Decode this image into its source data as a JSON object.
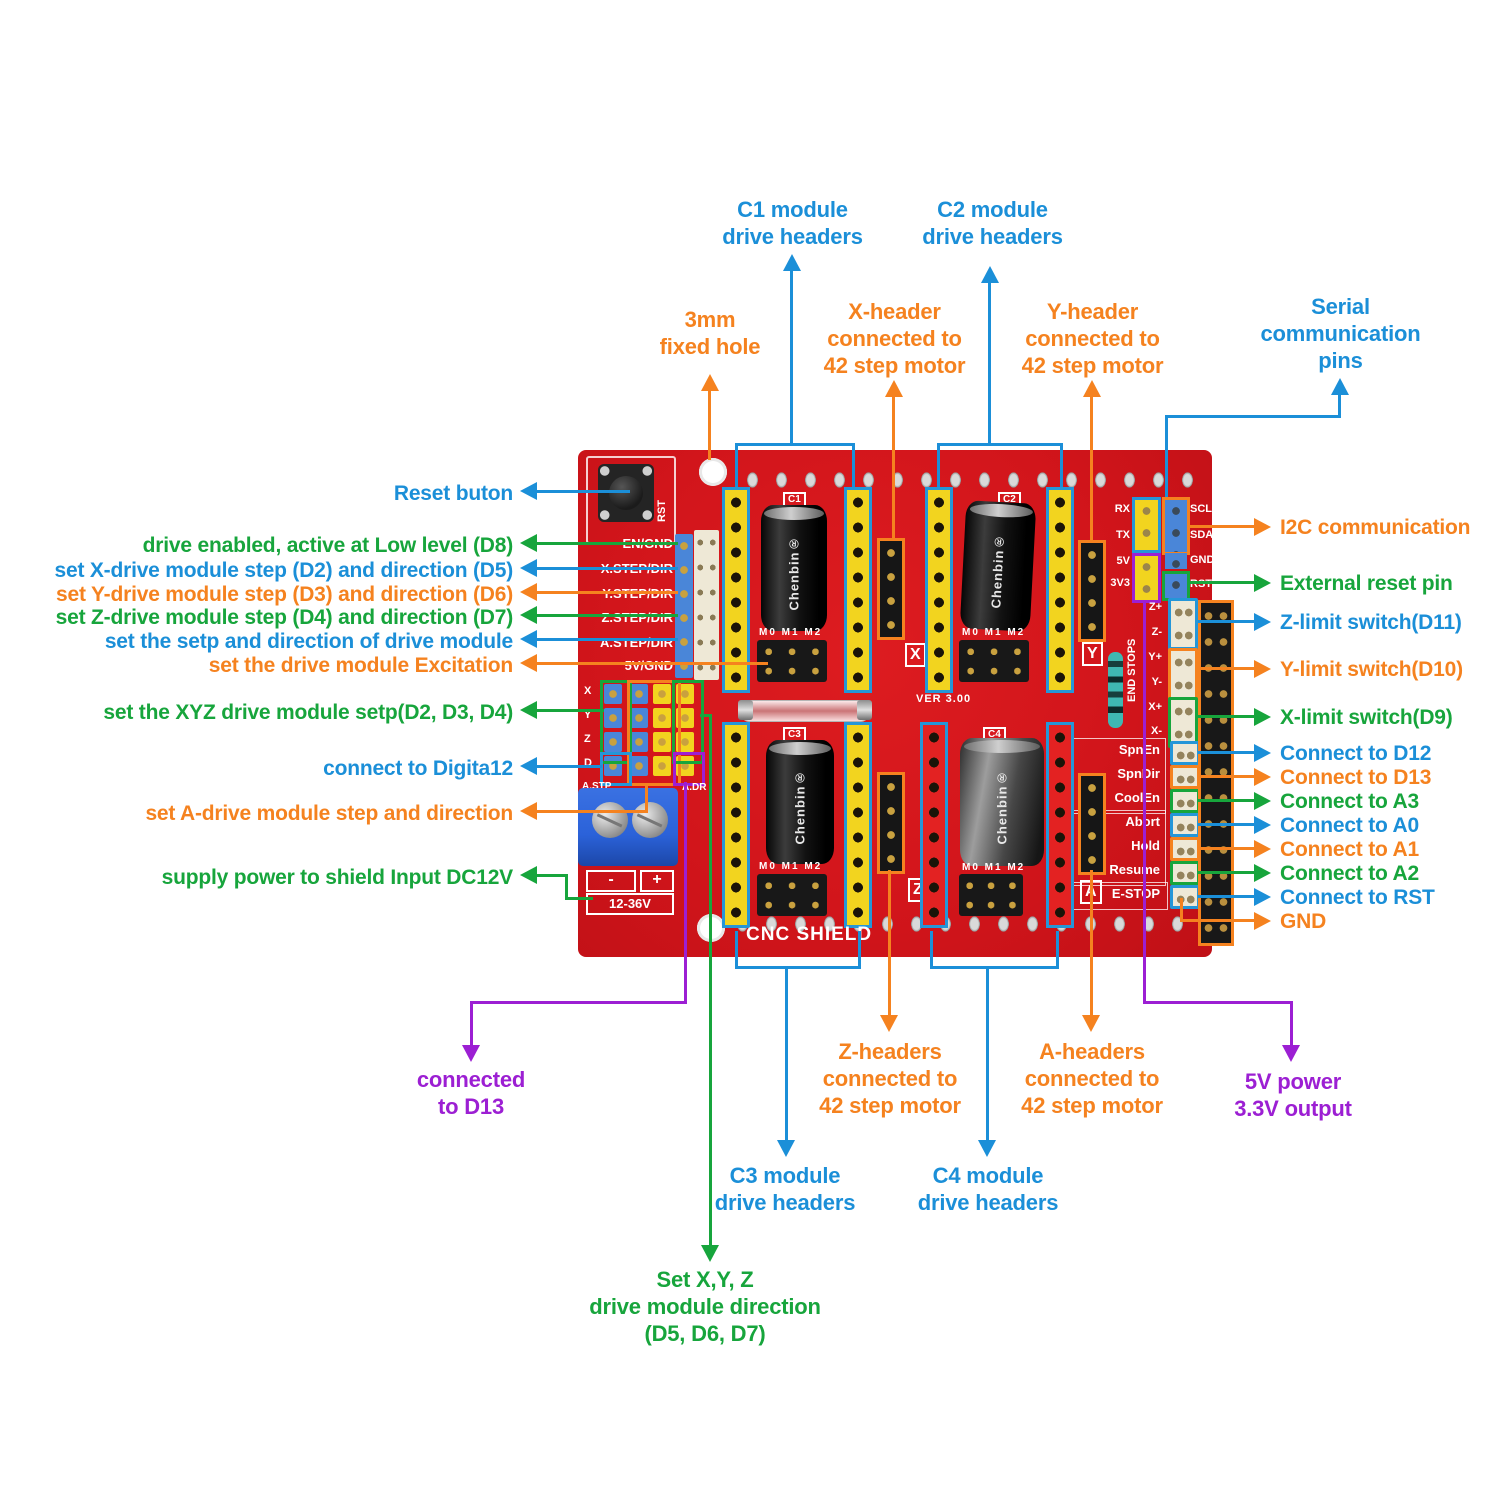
{
  "colors": {
    "callout_blue": "#1b8fd8",
    "callout_orange": "#f5821f",
    "callout_green": "#17a53c",
    "callout_purple": "#9c1fd3",
    "board_red": "#d2151b",
    "silk_white": "#ffffff",
    "header_yellow": "#f2d41f",
    "header_red": "#e32222",
    "header_blue": "#4a86d8",
    "header_white": "#eee8d6",
    "terminal_blue": "#2b62d9"
  },
  "labels": {
    "c1_module": "C1 module\ndrive headers",
    "c2_module": "C2 module\ndrive headers",
    "fixed_hole": "3mm\nfixed hole",
    "x_header": "X-header\nconnected to\n42 step motor",
    "y_header": "Y-header\nconnected to\n42 step motor",
    "serial_pins": "Serial\ncommunication\npins",
    "reset_button": "Reset buton",
    "drive_enabled": "drive enabled, active at Low level (D8)",
    "x_drive": "set X-drive module step (D2) and direction (D5)",
    "y_drive": "set Y-drive module step (D3) and direction (D6)",
    "z_drive": "set Z-drive module step (D4) and direction (D7)",
    "setp_direction": "set the setp and direction of drive module",
    "excitation": "set the drive module Excitation",
    "xyz_setp": "set the XYZ drive module setp(D2, D3, D4)",
    "digita12": "connect to Digita12",
    "a_drive": "set A-drive module step and direction",
    "supply_power": "supply power to shield Input DC12V",
    "i2c": "I2C communication",
    "ext_reset": "External reset pin",
    "z_limit": "Z-limit switch(D11)",
    "y_limit": "Y-limit switch(D10)",
    "x_limit": "X-limit switch(D9)",
    "d12": "Connect to D12",
    "d13": "Connect to D13",
    "a3": "Connect to A3",
    "a0": "Connect to A0",
    "a1": "Connect to A1",
    "a2": "Connect to A2",
    "rst": "Connect to RST",
    "gnd": "GND",
    "connected_d13": "connected\nto D13",
    "z_headers": "Z-headers\nconnected to\n42 step motor",
    "a_headers": "A-headers\nconnected to\n42 step motor",
    "power_5v": "5V  power\n3.3V  output",
    "c3_module": "C3 module\ndrive headers",
    "c4_module": "C4 module\ndrive headers",
    "set_xyz_dir": "Set X,Y, Z\ndrive module direction\n(D5, D6, D7)"
  },
  "board_silk": {
    "rst_button": "RST",
    "left_pins": [
      "EN/GND",
      "X.STEP/DIR",
      "Y.STEP/DIR",
      "Z.STEP/DIR",
      "A.STEP/DIR",
      "5V/GND"
    ],
    "jumper_rows": [
      "X",
      "Y",
      "Z",
      "D"
    ],
    "a_stp": "A.STP",
    "a_dr": "A.DR",
    "c1": "C1",
    "c2": "C2",
    "c3": "C3",
    "c4": "C4",
    "m0m1m2": "M0 M1 M2",
    "ver": "VER 3.00",
    "big_x": "X",
    "big_y": "Y",
    "big_z": "Z",
    "big_a": "A",
    "rx": "RX",
    "tx": "TX",
    "v5": "5V",
    "v33": "3V3",
    "scl": "SCL",
    "sda": "SDA",
    "gnd": "GND",
    "rst_pin": "RST",
    "end_stops": "END STOPS",
    "zp": "Z+",
    "zm": "Z-",
    "yp": "Y+",
    "ym": "Y-",
    "xp": "X+",
    "xm": "X-",
    "spnen": "SpnEn",
    "spndir": "SpnDir",
    "coolen": "CoolEn",
    "abort": "Abort",
    "hold": "Hold",
    "resume": "Resume",
    "estop": "E-STOP",
    "minus": "-",
    "plus": "+",
    "voltage": "12-36V",
    "cnc_shield": "CNC SHIELD",
    "cap_brand": "Chenbin®"
  }
}
